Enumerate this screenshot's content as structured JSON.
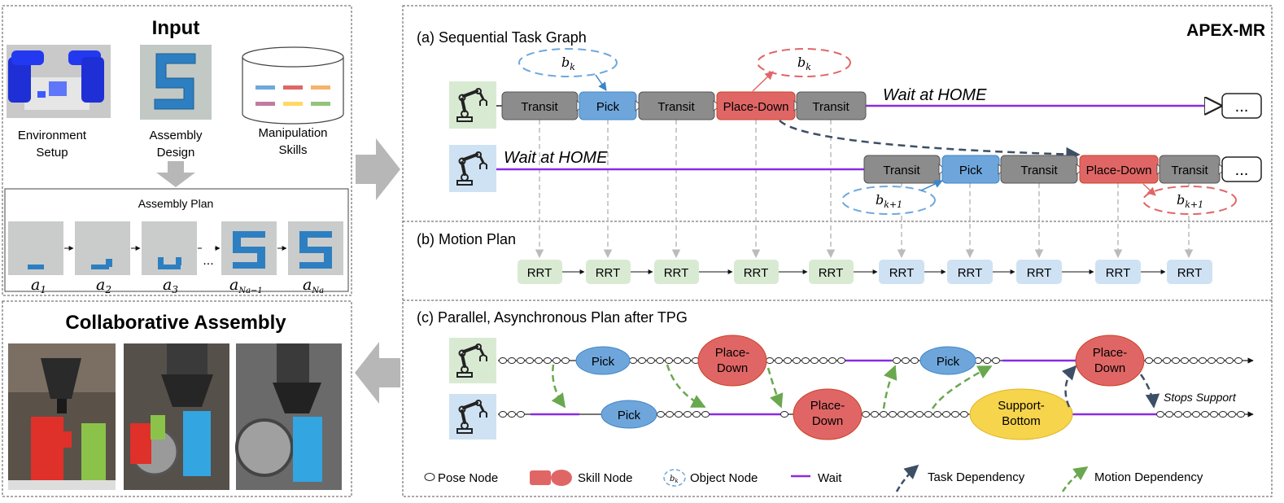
{
  "input": {
    "title": "Input",
    "env_label_1": "Environment",
    "env_label_2": "Setup",
    "design_label_1": "Assembly",
    "design_label_2": "Design",
    "skills_label_1": "Manipulation",
    "skills_label_2": "Skills",
    "plan_title": "Assembly Plan",
    "ellipsis": "...",
    "steps": [
      {
        "base": "a",
        "sub": "1"
      },
      {
        "base": "a",
        "sub": "2"
      },
      {
        "base": "a",
        "sub": "3"
      },
      {
        "base": "a",
        "sub": "Na−1"
      },
      {
        "base": "a",
        "sub": "Na"
      }
    ]
  },
  "collab": {
    "title": "Collaborative Assembly"
  },
  "brand": "APEX-MR",
  "tpg": {
    "title": "(a) Sequential Task Graph",
    "object_top_1": "b",
    "object_top_1_sub": "k",
    "object_top_2": "b",
    "object_top_2_sub": "k",
    "object_bot_1": "b",
    "object_bot_1_sub": "k+1",
    "object_bot_2": "b",
    "object_bot_2_sub": "k+1",
    "wait1": "Wait at HOME",
    "wait2": "Wait at HOME",
    "ellipsis": "...",
    "robot1_nodes": [
      "Transit",
      "Pick",
      "Transit",
      "Place-Down",
      "Transit"
    ],
    "robot2_nodes": [
      "Transit",
      "Pick",
      "Transit",
      "Place-Down",
      "Transit"
    ]
  },
  "motion": {
    "title": "(b) Motion Plan",
    "nodes": [
      "RRT",
      "RRT",
      "RRT",
      "RRT",
      "RRT",
      "RRT",
      "RRT",
      "RRT",
      "RRT",
      "RRT"
    ]
  },
  "parallel": {
    "title": "(c) Parallel, Asynchronous Plan after TPG",
    "r1_pick1": "Pick",
    "r1_place1_a": "Place-",
    "r1_place1_b": "Down",
    "r1_pick2": "Pick",
    "r1_place2_a": "Place-",
    "r1_place2_b": "Down",
    "r2_pick": "Pick",
    "r2_place_a": "Place-",
    "r2_place_b": "Down",
    "r2_support_a": "Support-",
    "r2_support_b": "Bottom",
    "stops": "Stops Support"
  },
  "legend": {
    "pose": "Pose Node",
    "skill": "Skill Node",
    "object": "Object Node",
    "object_glyph": "b",
    "object_glyph_sub": "k",
    "wait": "Wait",
    "task": "Task Dependency",
    "motion": "Motion Dependency"
  },
  "colors": {
    "gray": "#8c8c8c",
    "blue": "#6ea6dc",
    "red": "#e06666",
    "yellow": "#f6d44c",
    "green_bg": "#d9ead3",
    "blue_bg": "#cfe2f3",
    "purple": "#8a2be2",
    "dash_green": "#6aa84f",
    "dash_navy": "#3d4f66"
  }
}
